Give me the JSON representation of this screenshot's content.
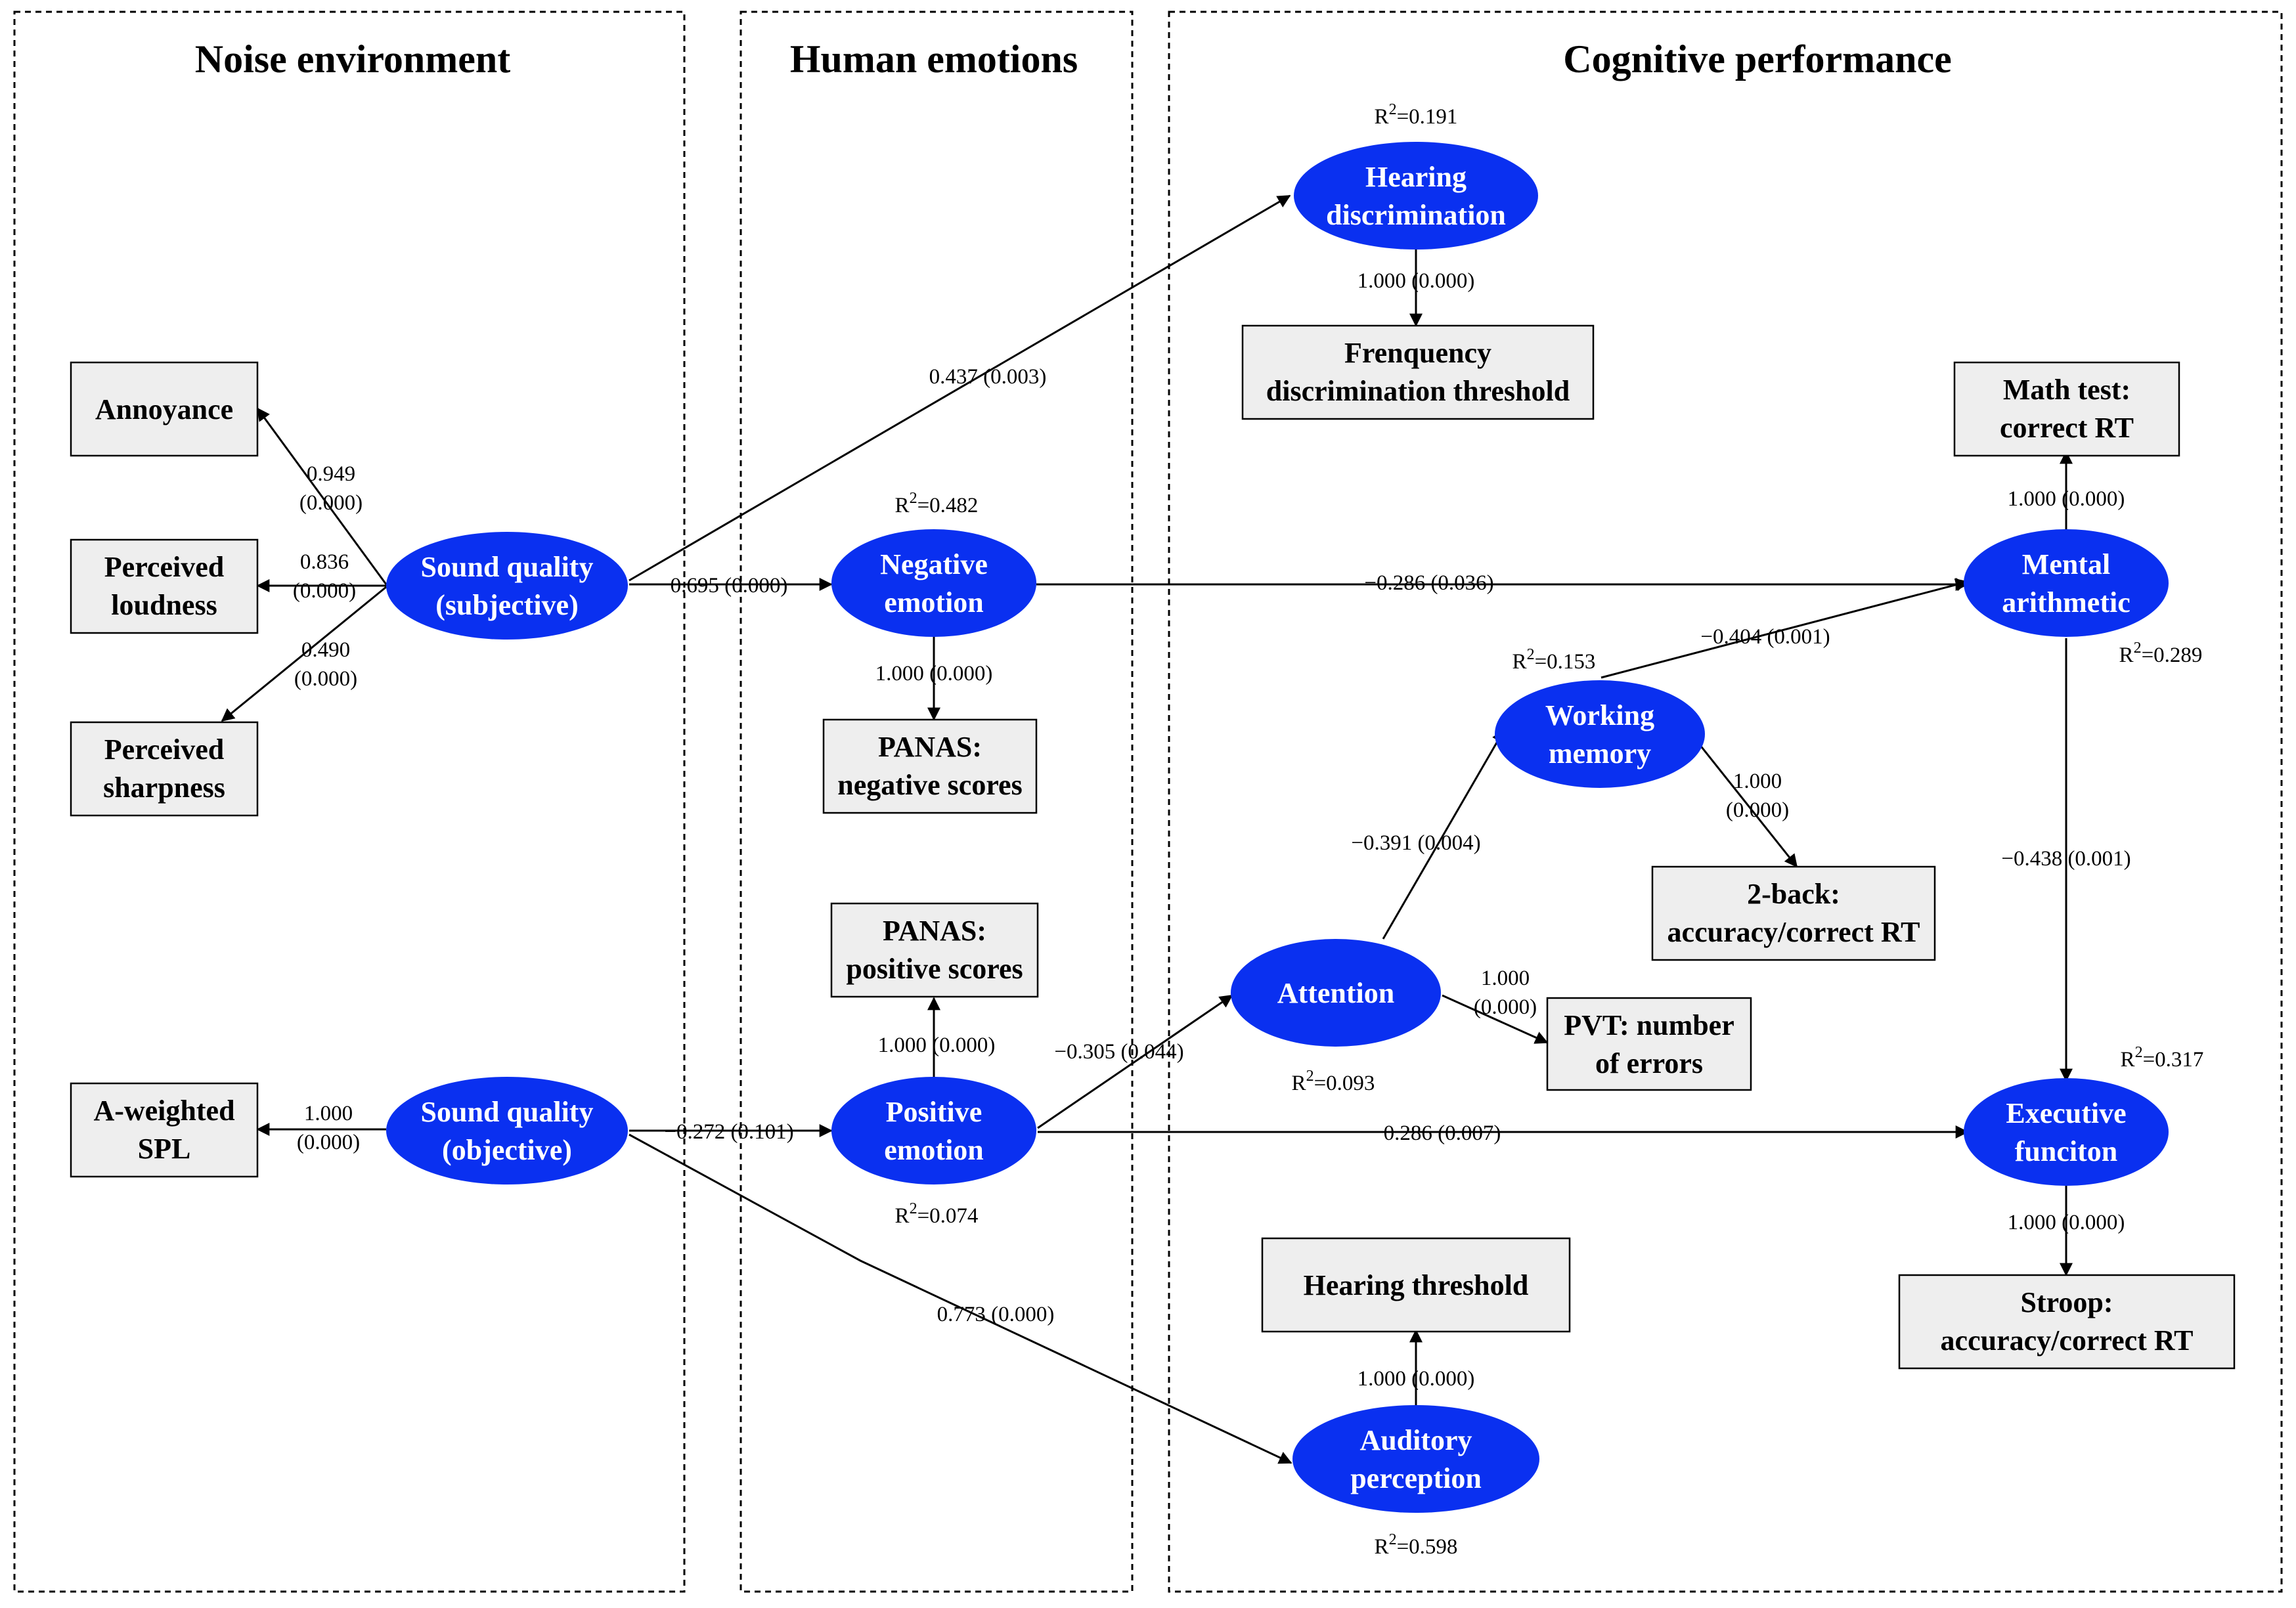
{
  "panels": {
    "noise": "Noise environment",
    "emotions": "Human emotions",
    "cognitive": "Cognitive performance"
  },
  "latents": {
    "sq_subj": [
      "Sound quality",
      "(subjective)"
    ],
    "sq_obj": [
      "Sound quality",
      "(objective)"
    ],
    "neg": [
      "Negative",
      "emotion"
    ],
    "pos": [
      "Positive",
      "emotion"
    ],
    "hear": [
      "Hearing",
      "discrimination"
    ],
    "attn": [
      "Attention"
    ],
    "wm": [
      "Working",
      "memory"
    ],
    "ma": [
      "Mental",
      "arithmetic"
    ],
    "ef": [
      "Executive",
      "funciton"
    ],
    "ap": [
      "Auditory",
      "perception"
    ]
  },
  "indicators": {
    "annoyance": [
      "Annoyance"
    ],
    "loudness": [
      "Perceived",
      "loudness"
    ],
    "sharpness": [
      "Perceived",
      "sharpness"
    ],
    "spl": [
      "A-weighted",
      "SPL"
    ],
    "panas_neg": [
      "PANAS:",
      "negative scores"
    ],
    "panas_pos": [
      "PANAS:",
      "positive scores"
    ],
    "freq": [
      "Frenquency",
      "discrimination threshold"
    ],
    "math": [
      "Math test:",
      "correct RT"
    ],
    "twoback": [
      "2-back:",
      "accuracy/correct RT"
    ],
    "pvt": [
      "PVT: number",
      "of errors"
    ],
    "stroop": [
      "Stroop:",
      "accuracy/correct RT"
    ],
    "hthresh": [
      "Hearing threshold"
    ]
  },
  "coefficients": {
    "sq_annoy": [
      "0.949",
      "(0.000)"
    ],
    "sq_loud": [
      "0.836",
      "(0.000)"
    ],
    "sq_sharp": [
      "0.490",
      "(0.000)"
    ],
    "sq_spl": [
      "1.000",
      "(0.000)"
    ],
    "sq_neg": [
      "0.695 (0.000)"
    ],
    "sq_hear": [
      "0.437 (0.003)"
    ],
    "sqobj_pos": [
      "−0.272 (0.101)"
    ],
    "sqobj_ap": [
      "0.773 (0.000)"
    ],
    "neg_panas": [
      "1.000 (0.000)"
    ],
    "pos_panas": [
      "1.000 (0.000)"
    ],
    "hear_freq": [
      "1.000 (0.000)"
    ],
    "neg_ma": [
      "−0.286  (0.036)"
    ],
    "pos_attn": [
      "−0.305  (0.044)"
    ],
    "pos_ef": [
      "0.286 (0.007)"
    ],
    "attn_wm": [
      "−0.391  (0.004)"
    ],
    "attn_pvt": [
      "1.000",
      "(0.000)"
    ],
    "wm_ma": [
      "−0.404  (0.001)"
    ],
    "wm_2back": [
      "1.000",
      "(0.000)"
    ],
    "ma_math": [
      "1.000 (0.000)"
    ],
    "ma_ef": [
      "−0.438 (0.001)"
    ],
    "ef_stroop": [
      "1.000 (0.000)"
    ],
    "ap_hthresh": [
      "1.000 (0.000)"
    ]
  },
  "r_squared": {
    "prefix": "R",
    "sup": "2",
    "hear": "=0.191",
    "neg": "=0.482",
    "wm": "=0.153",
    "ma": "=0.289",
    "attn": "=0.093",
    "ef": "=0.317",
    "pos": "=0.074",
    "ap": "=0.598"
  },
  "colors": {
    "latent_fill": "#0a30f0",
    "indicator_fill": "#eeeeee"
  }
}
